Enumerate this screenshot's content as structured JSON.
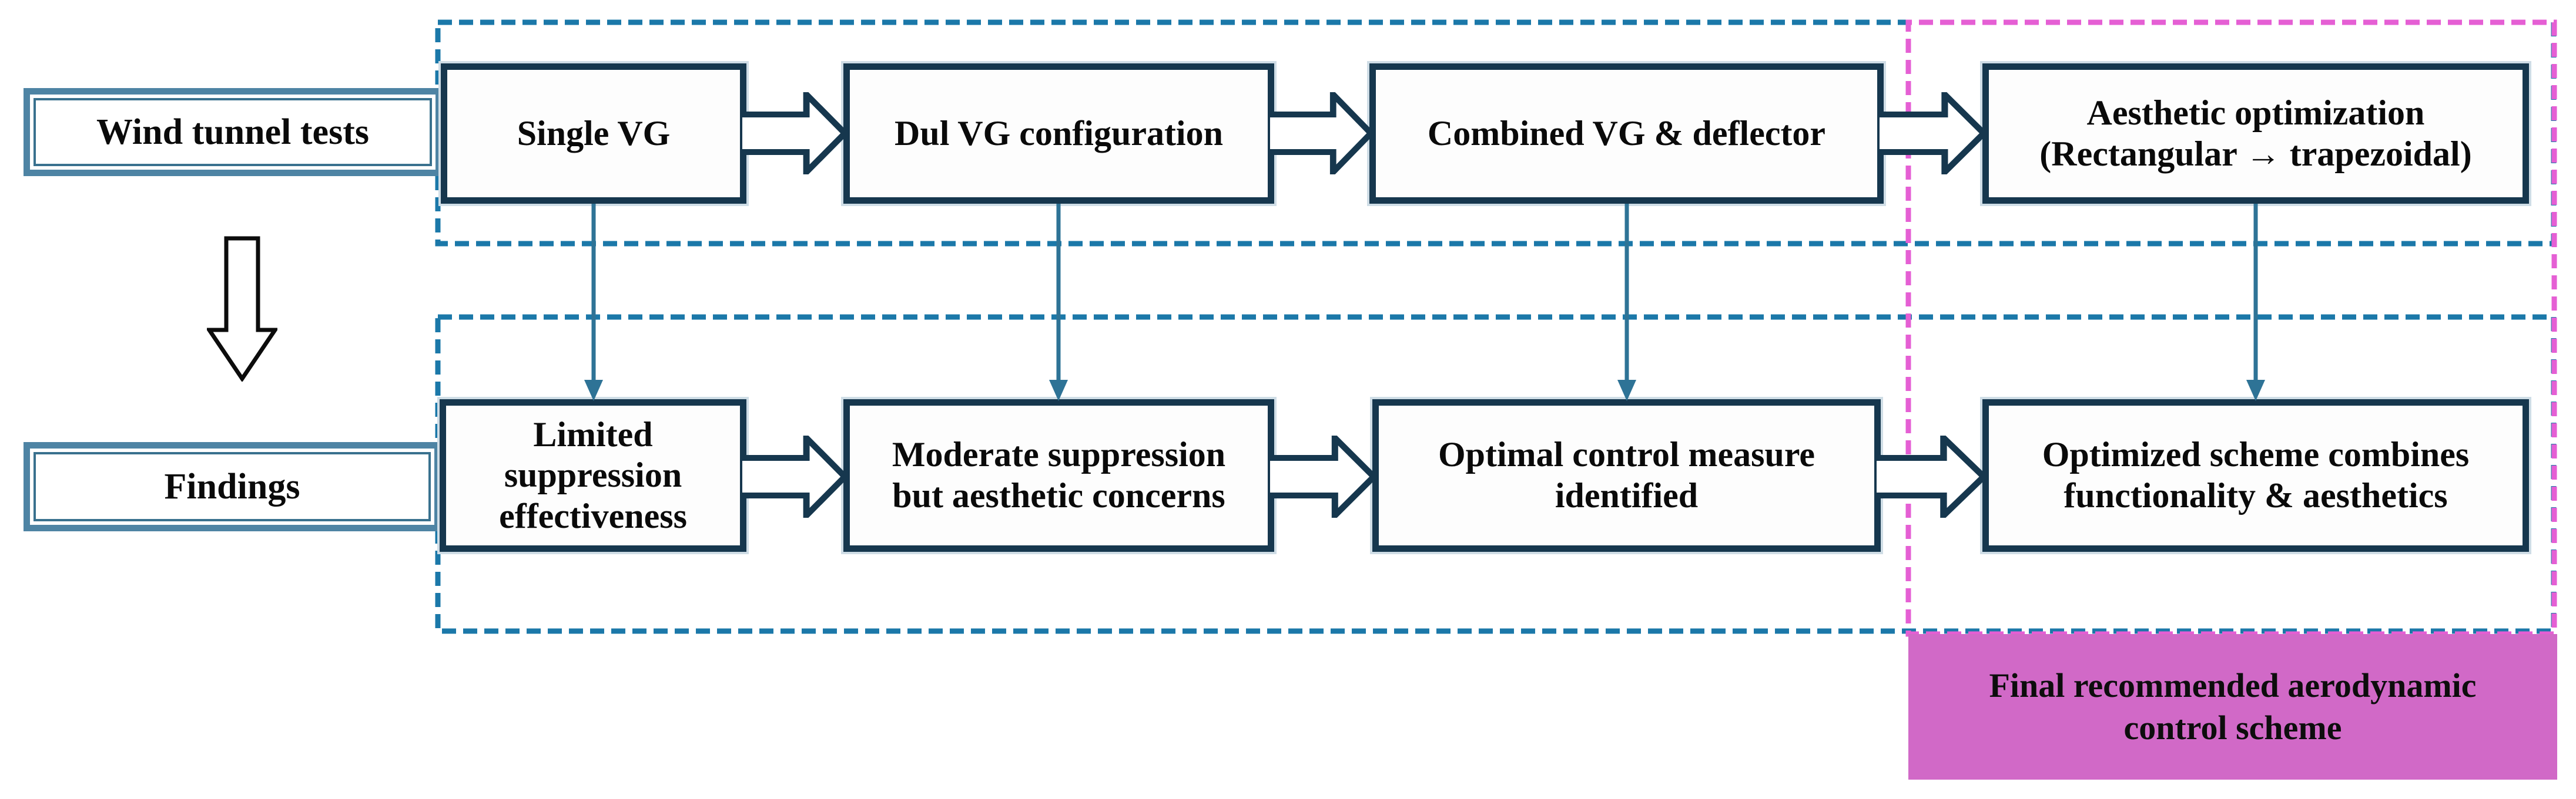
{
  "figure": {
    "side_labels": {
      "tests": "Wind tunnel tests",
      "findings": "Findings"
    },
    "top_row": [
      {
        "label": "Single VG"
      },
      {
        "label": "Dul VG configuration"
      },
      {
        "label": "Combined VG & deflector"
      },
      {
        "label": "Aesthetic optimization\n(Rectangular → trapezoidal)"
      }
    ],
    "bottom_row": [
      {
        "label": "Limited\nsuppression\neffectiveness"
      },
      {
        "label": "Moderate suppression\nbut aesthetic concerns"
      },
      {
        "label": "Optimal control measure\nidentified"
      },
      {
        "label": "Optimized scheme combines\nfunctionality & aesthetics"
      }
    ],
    "final_label": "Final recommended aerodynamic\ncontrol scheme",
    "colors": {
      "process_box_border": "#16374e",
      "side_box_border": "#4e84a4",
      "dashed_group_teal": "#1b78a9",
      "dashed_group_pink": "#e55fd4",
      "final_box_fill": "#d169c7",
      "connector_teal": "#2e7396",
      "block_arrow_fill": "#ffffff",
      "down_arrow_stroke": "#0c0c0c"
    }
  }
}
